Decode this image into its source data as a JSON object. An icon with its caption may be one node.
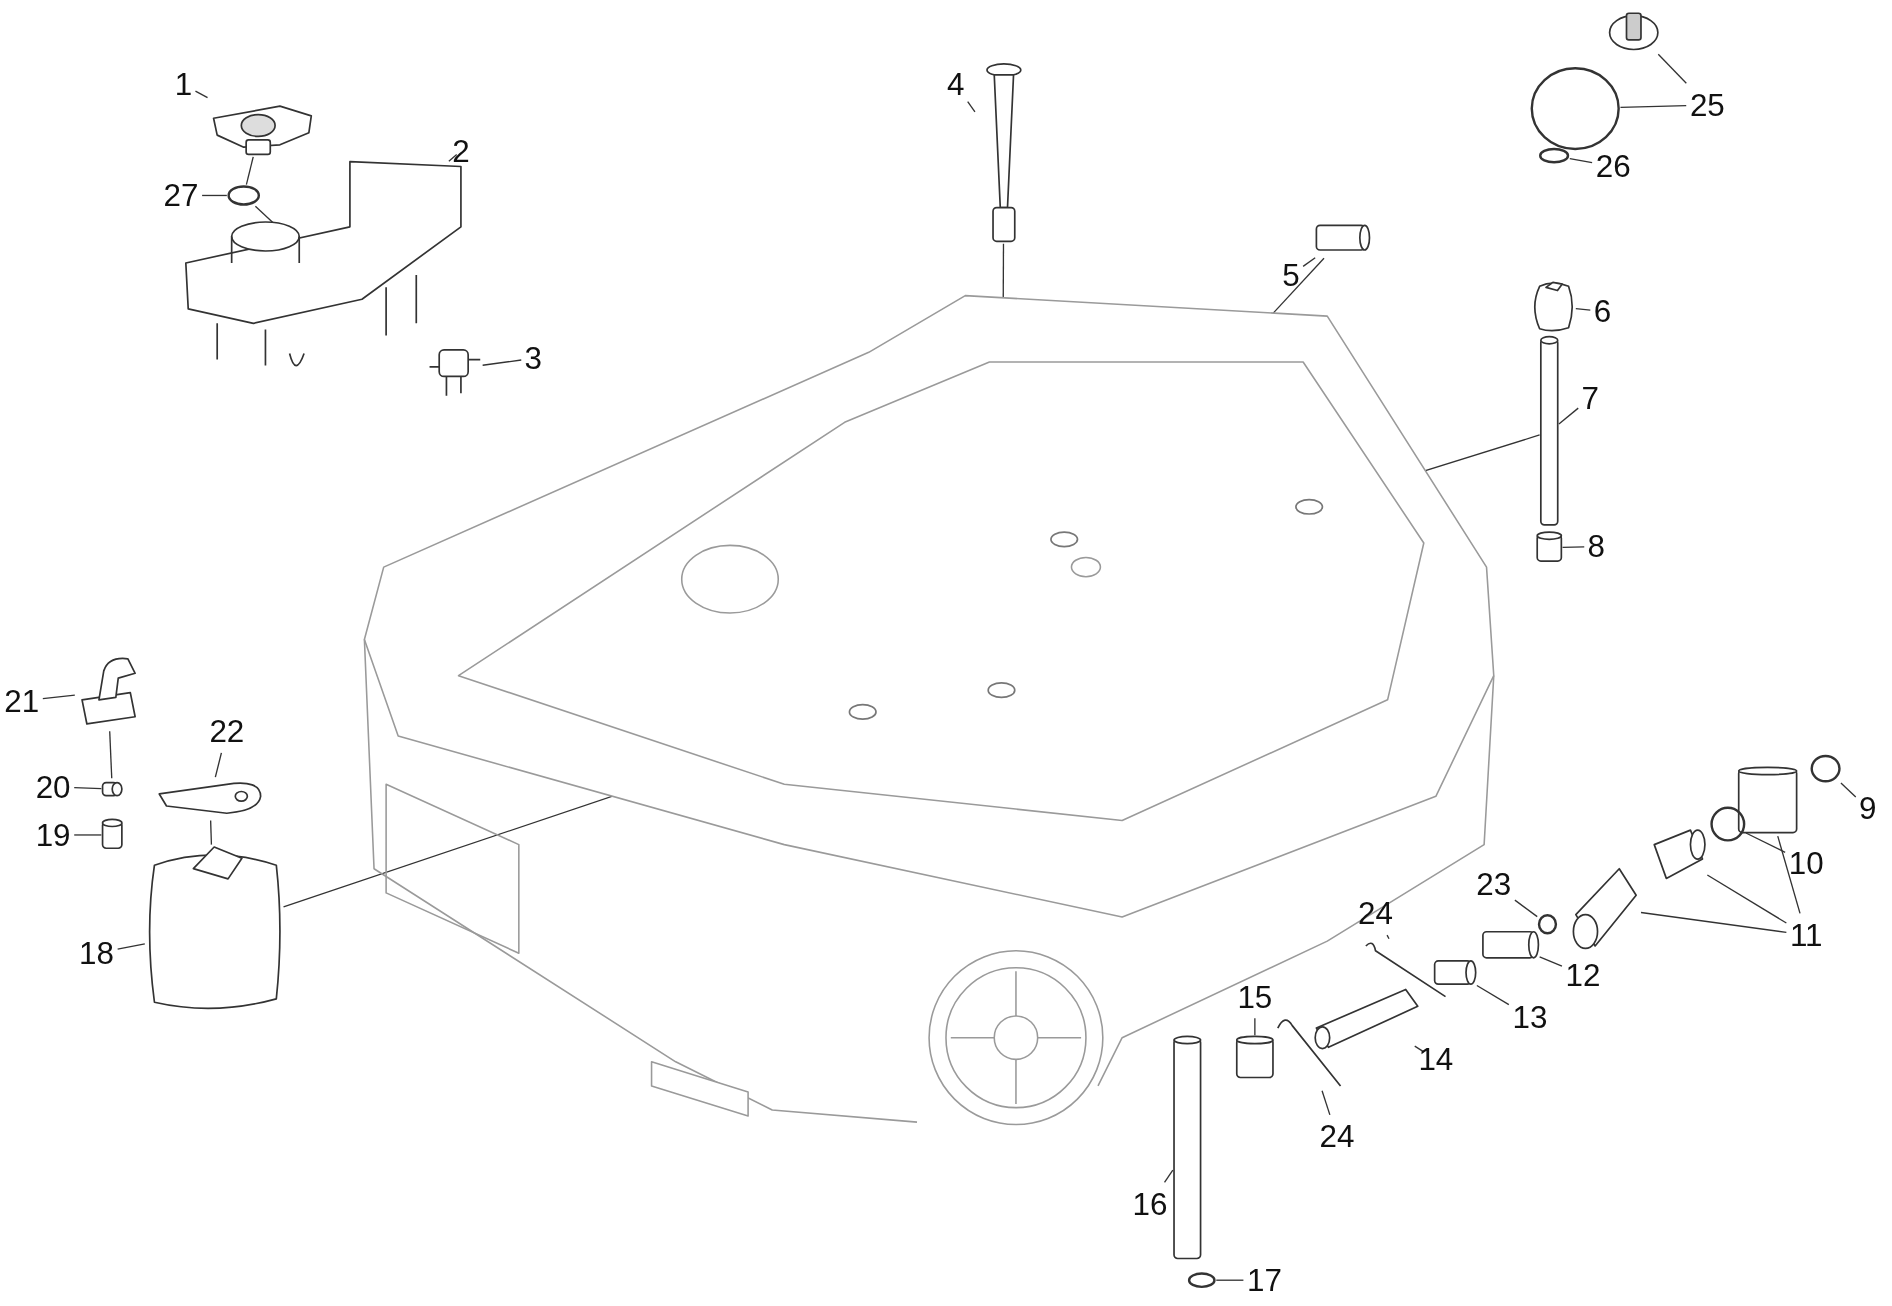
{
  "diagram": {
    "nodes": [
      {
        "text": [
          "1"
        ]
      },
      {
        "text": [
          "2"
        ]
      },
      {
        "text": [
          "3"
        ]
      },
      {
        "text": [
          "4"
        ]
      },
      {
        "text": [
          "5"
        ]
      },
      {
        "text": [
          "6"
        ]
      },
      {
        "text": [
          "7"
        ]
      },
      {
        "text": [
          "8"
        ]
      },
      {
        "text": [
          "9"
        ]
      },
      {
        "text": [
          "10"
        ]
      },
      {
        "text": [
          "11"
        ]
      },
      {
        "text": [
          "12"
        ]
      },
      {
        "text": [
          "13"
        ]
      },
      {
        "text": [
          "14"
        ]
      },
      {
        "text": [
          "15"
        ]
      },
      {
        "text": [
          "16"
        ]
      },
      {
        "text": [
          "17"
        ]
      },
      {
        "text": [
          "18"
        ]
      },
      {
        "text": [
          "19"
        ]
      },
      {
        "text": [
          "20"
        ]
      },
      {
        "text": [
          "21"
        ]
      },
      {
        "text": [
          "22"
        ]
      },
      {
        "text": [
          "23"
        ]
      },
      {
        "text": [
          "24"
        ]
      },
      {
        "text": [
          "24"
        ]
      },
      {
        "text": [
          "25"
        ]
      },
      {
        "text": [
          "26"
        ]
      },
      {
        "text": [
          "27"
        ]
      },
      {
        "text": [],
        "shape": "picture"
      },
      {
        "text": [],
        "shape": "picture"
      },
      {
        "text": [],
        "shape": "picture"
      },
      {
        "text": [],
        "shape": "circle"
      },
      {
        "text": [],
        "shape": "picture"
      },
      {
        "text": [],
        "shape": "picture"
      },
      {
        "text": [],
        "shape": "cylinder"
      },
      {
        "text": [],
        "shape": "box"
      },
      {
        "text": [],
        "shape": "cylinder"
      },
      {
        "text": [],
        "shape": "cylinder"
      },
      {
        "text": [],
        "shape": "picture"
      },
      {
        "text": [],
        "shape": "circle"
      },
      {
        "text": [],
        "shape": "circle"
      },
      {
        "text": [],
        "shape": "circle"
      },
      {
        "text": [],
        "shape": "cylinder"
      },
      {
        "text": [],
        "shape": "circle"
      },
      {
        "text": [],
        "shape": "picture"
      },
      {
        "text": [],
        "shape": "picture"
      },
      {
        "text": [],
        "shape": "circle"
      },
      {
        "text": [],
        "shape": "cylinder"
      },
      {
        "text": [],
        "shape": "cylinder"
      },
      {
        "text": [],
        "shape": "picture"
      },
      {
        "text": [],
        "shape": "picture"
      },
      {
        "text": [],
        "shape": "picture"
      },
      {
        "text": [],
        "shape": "cylinder"
      },
      {
        "text": [],
        "shape": "cylinder"
      },
      {
        "text": [],
        "shape": "circle"
      },
      {
        "text": [],
        "shape": "picture"
      },
      {
        "text": [],
        "shape": "cylinder"
      },
      {
        "text": [],
        "shape": "cylinder"
      },
      {
        "text": [],
        "shape": "picture"
      },
      {
        "text": [],
        "shape": "box"
      },
      {
        "text": [],
        "shape": "circle",
        "in": 28
      },
      {
        "text": [],
        "shape": "circle",
        "in": 28
      },
      {
        "text": [],
        "shape": "circle",
        "in": 28
      },
      {
        "text": [],
        "shape": "circle",
        "in": 28
      }
    ],
    "edges": [
      {
        "from": 0,
        "to": 29,
        "arrow": "none"
      },
      {
        "from": 1,
        "to": 30,
        "arrow": "none"
      },
      {
        "from": 27,
        "to": 31,
        "arrow": "none"
      },
      {
        "from": 2,
        "to": 32,
        "arrow": "none"
      },
      {
        "from": 3,
        "to": 33,
        "arrow": "none"
      },
      {
        "from": 4,
        "to": 34,
        "arrow": "none"
      },
      {
        "from": 5,
        "to": 35,
        "arrow": "none"
      },
      {
        "from": 6,
        "to": 36,
        "arrow": "none"
      },
      {
        "from": 7,
        "to": 37,
        "arrow": "none"
      },
      {
        "from": 25,
        "to": 38,
        "arrow": "none"
      },
      {
        "from": 25,
        "to": 39,
        "arrow": "none"
      },
      {
        "from": 26,
        "to": 40,
        "arrow": "none"
      },
      {
        "from": 8,
        "to": 41,
        "arrow": "none"
      },
      {
        "from": 9,
        "to": 43,
        "arrow": "none"
      },
      {
        "from": 10,
        "to": 42,
        "arrow": "none"
      },
      {
        "from": 10,
        "to": 44,
        "arrow": "none"
      },
      {
        "from": 10,
        "to": 45,
        "arrow": "none"
      },
      {
        "from": 22,
        "to": 46,
        "arrow": "none"
      },
      {
        "from": 11,
        "to": 47,
        "arrow": "none"
      },
      {
        "from": 12,
        "to": 48,
        "arrow": "none"
      },
      {
        "from": 23,
        "to": 49,
        "arrow": "none"
      },
      {
        "from": 13,
        "to": 50,
        "arrow": "none"
      },
      {
        "from": 24,
        "to": 51,
        "arrow": "none"
      },
      {
        "from": 14,
        "to": 52,
        "arrow": "none"
      },
      {
        "from": 15,
        "to": 53,
        "arrow": "none"
      },
      {
        "from": 16,
        "to": 54,
        "arrow": "none"
      },
      {
        "from": 17,
        "to": 59,
        "arrow": "none"
      },
      {
        "from": 18,
        "to": 57,
        "arrow": "none"
      },
      {
        "from": 19,
        "to": 56,
        "arrow": "none"
      },
      {
        "from": 20,
        "to": 55,
        "arrow": "none"
      },
      {
        "from": 21,
        "to": 58,
        "arrow": "none"
      },
      {
        "from": 29,
        "to": 31,
        "arrow": "none"
      },
      {
        "from": 31,
        "to": 30,
        "arrow": "none"
      },
      {
        "from": 33,
        "to": 60,
        "arrow": "none"
      },
      {
        "from": 34,
        "to": 61,
        "arrow": "none"
      },
      {
        "from": 36,
        "to": 62,
        "arrow": "none"
      },
      {
        "from": 59,
        "to": 63,
        "arrow": "none"
      },
      {
        "from": 56,
        "to": 55,
        "arrow": "none"
      },
      {
        "from": 58,
        "to": 59,
        "arrow": "none"
      }
    ]
  }
}
